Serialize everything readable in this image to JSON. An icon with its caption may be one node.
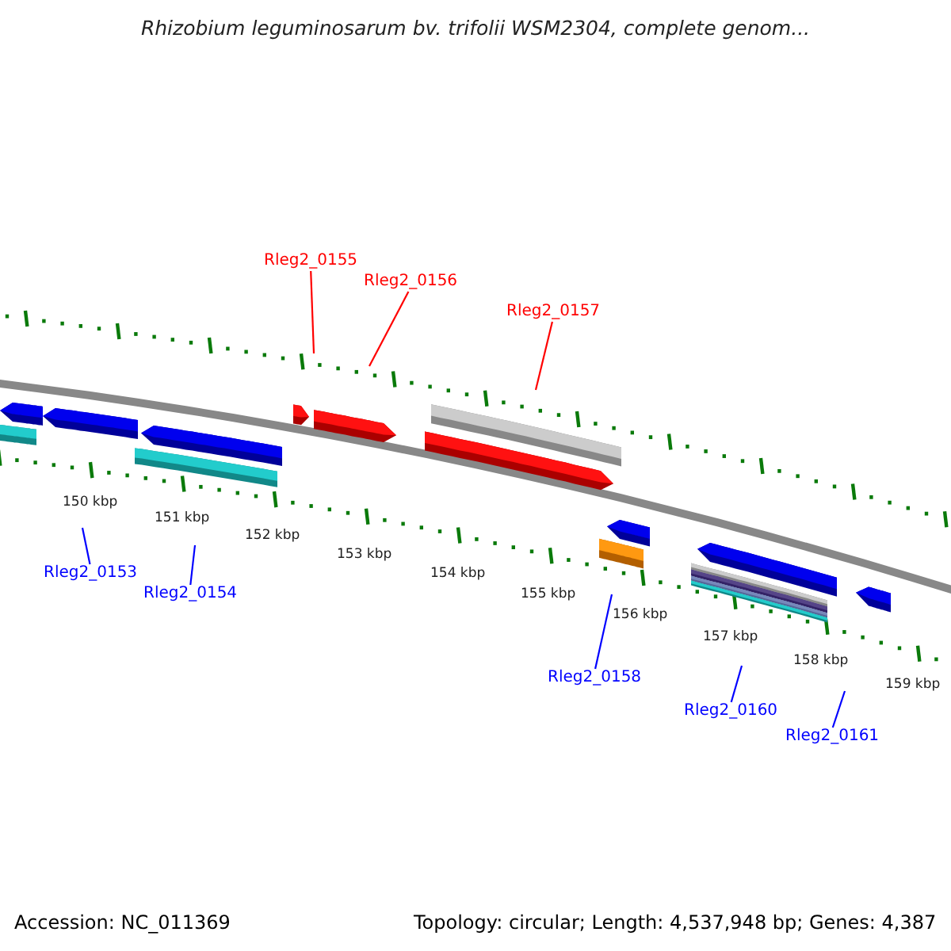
{
  "diagram": {
    "title": "Rhizobium leguminosarum bv. trifolii WSM2304, complete genom...",
    "nodes": [
      {
        "text": [
          "Rleg2_0155"
        ]
      },
      {
        "text": [
          "Rleg2_0156"
        ]
      },
      {
        "text": [
          "Rleg2_0157"
        ]
      },
      {
        "text": [
          "Rleg2_0153"
        ]
      },
      {
        "text": [
          "Rleg2_0154"
        ]
      },
      {
        "text": [
          "Rleg2_0158"
        ]
      },
      {
        "text": [
          "Rleg2_0160"
        ]
      },
      {
        "text": [
          "Rleg2_0161"
        ]
      }
    ],
    "edges": [
      {
        "from": 0,
        "to": null,
        "arrow": "none",
        "color": "#ff0000"
      },
      {
        "from": 1,
        "to": null,
        "arrow": "none",
        "color": "#ff0000"
      },
      {
        "from": 2,
        "to": null,
        "arrow": "none",
        "color": "#ff0000"
      },
      {
        "from": 3,
        "to": null,
        "arrow": "none"
      },
      {
        "from": 4,
        "to": null,
        "arrow": "none"
      },
      {
        "from": 5,
        "to": null,
        "arrow": "none"
      },
      {
        "from": 6,
        "to": null,
        "arrow": "none"
      },
      {
        "from": 7,
        "to": null,
        "arrow": "none"
      }
    ],
    "labels": [
      "150 kbp",
      "151 kbp",
      "152 kbp",
      "153 kbp",
      "154 kbp",
      "155 kbp",
      "156 kbp",
      "157 kbp",
      "158 kbp",
      "159 kbp",
      "Accession: NC_011369",
      "Topology: circular; Length: 4,537,948 bp; Genes: 4,387"
    ]
  }
}
